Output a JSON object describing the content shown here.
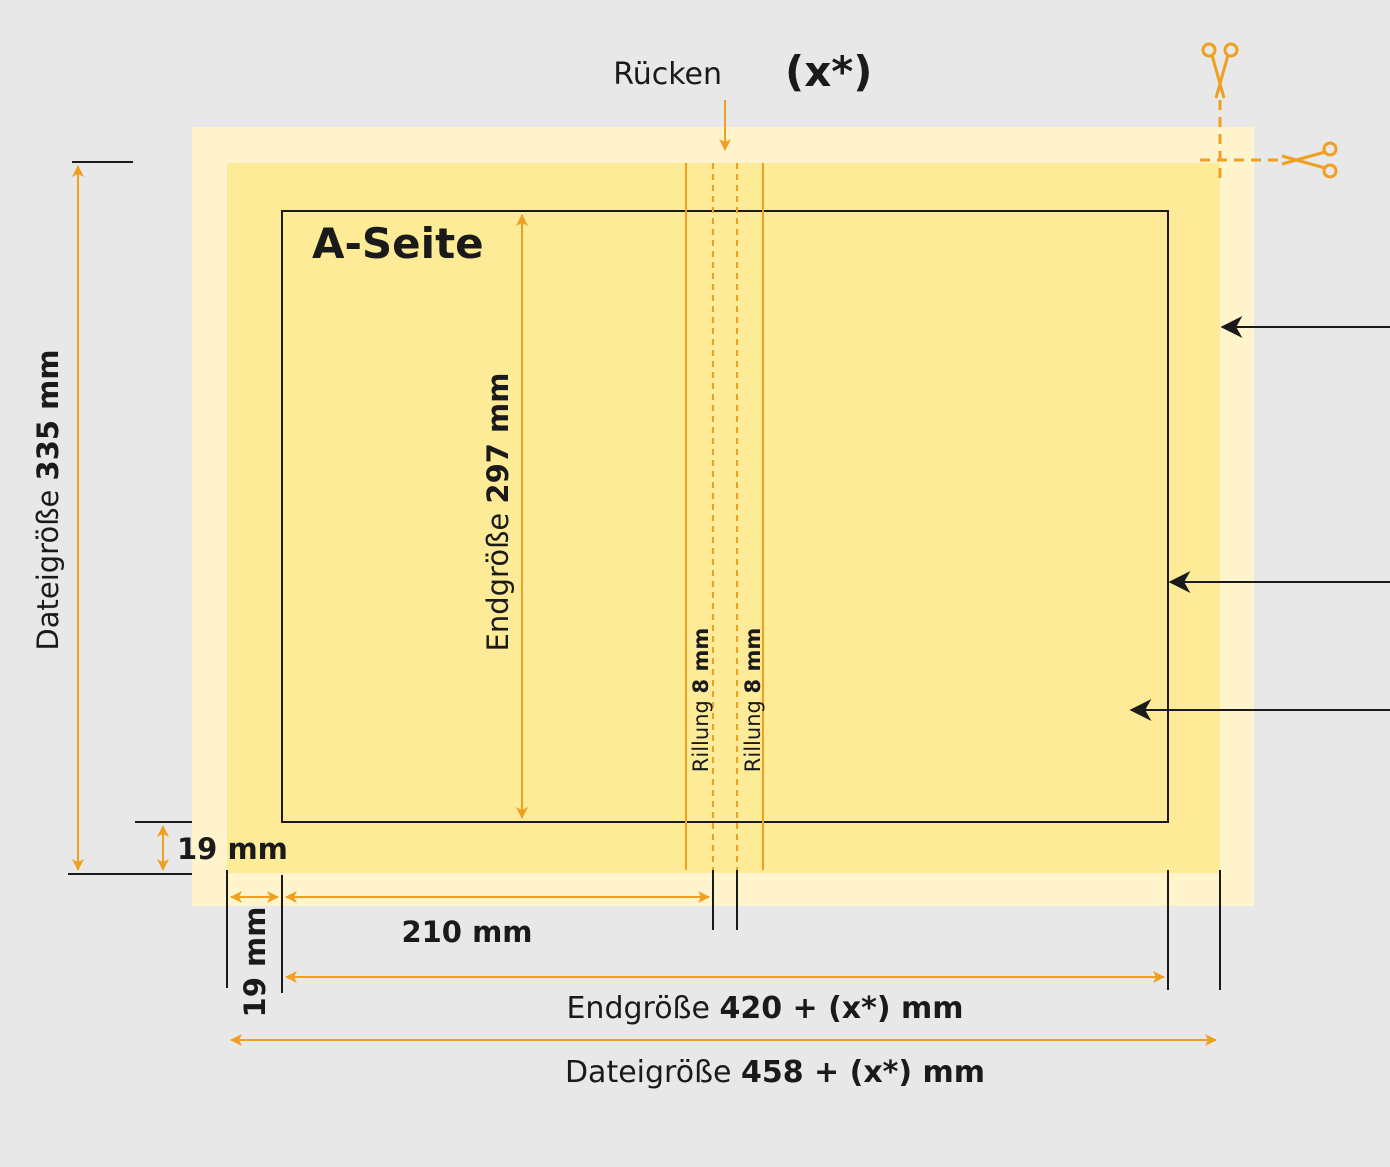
{
  "spine": {
    "label": "Rücken",
    "value": "(x*)"
  },
  "page_label": "A-Seite",
  "file_height": {
    "prefix": "Dateigröße",
    "value": "335 mm"
  },
  "trim_height": {
    "prefix": "Endgröße",
    "value": "297 mm"
  },
  "score_left": {
    "prefix": "Rillung",
    "value": "8 mm"
  },
  "score_right": {
    "prefix": "Rillung",
    "value": "8 mm"
  },
  "bleed_bottom": "19 mm",
  "bleed_left": "19 mm",
  "page_width": "210 mm",
  "trim_width": {
    "prefix": "Endgröße",
    "value": "420 + (x*) mm"
  },
  "file_width": {
    "prefix": "Dateigröße",
    "value": "458 + (x*) mm"
  },
  "colors": {
    "background": "#e8e8e8",
    "outer_zone": "#fff4cc",
    "bleed_zone": "#fdeb98",
    "accent_orange": "#f0a020",
    "line_dark": "#1a1a1a"
  },
  "icons": [
    "scissors-icon-vertical",
    "scissors-icon-horizontal"
  ]
}
